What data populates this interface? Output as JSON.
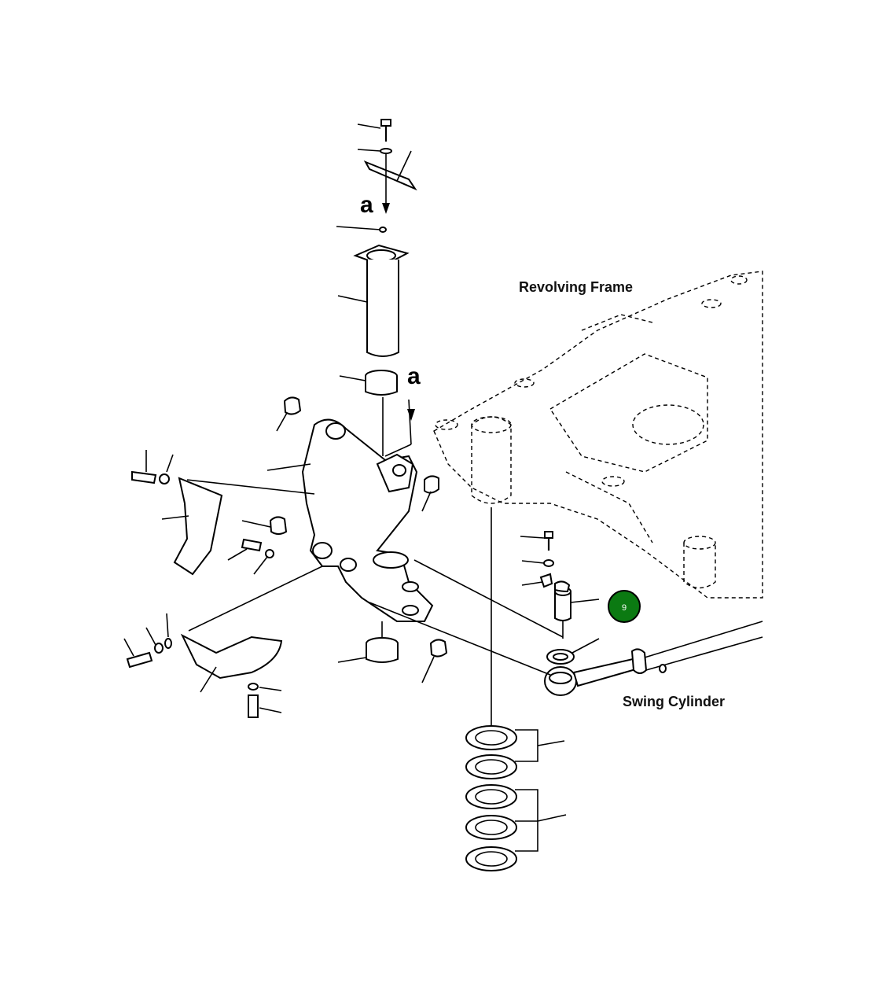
{
  "labels": {
    "revolving_frame": "Revolving Frame",
    "swing_cylinder": "Swing Cylinder",
    "view_marker_top": "a",
    "view_marker_mid": "a"
  },
  "hotspot": {
    "number": "9",
    "color": "#0b7a12"
  }
}
